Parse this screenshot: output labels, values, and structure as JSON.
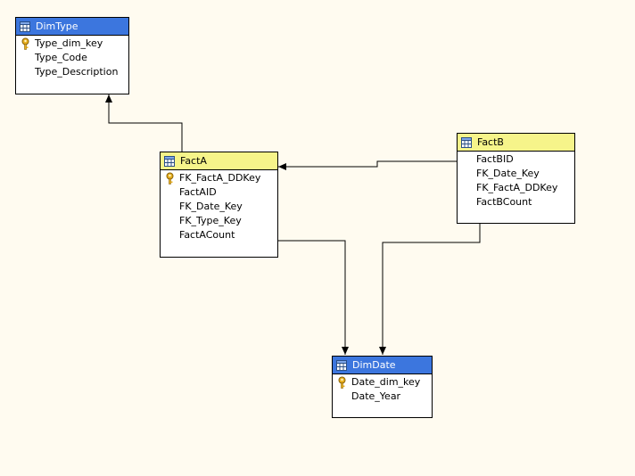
{
  "diagram": {
    "tables": {
      "dimtype": {
        "name": "DimType",
        "columns": [
          "Type_dim_key",
          "Type_Code",
          "Type_Description"
        ],
        "key_column": "Type_dim_key",
        "header_color": "#3c76de"
      },
      "facta": {
        "name": "FactA",
        "columns": [
          "FK_FactA_DDKey",
          "FactAID",
          "FK_Date_Key",
          "FK_Type_Key",
          "FactACount"
        ],
        "key_column": "FK_FactA_DDKey",
        "header_color": "#f6f48a"
      },
      "factb": {
        "name": "FactB",
        "columns": [
          "FactBID",
          "FK_Date_Key",
          "FK_FactA_DDKey",
          "FactBCount"
        ],
        "header_color": "#f6f48a"
      },
      "dimdate": {
        "name": "DimDate",
        "columns": [
          "Date_dim_key",
          "Date_Year"
        ],
        "key_column": "Date_dim_key",
        "header_color": "#3c76de"
      }
    },
    "relationships": [
      {
        "from": "FactA",
        "to": "DimType"
      },
      {
        "from": "FactB",
        "to": "FactA"
      },
      {
        "from": "FactA",
        "to": "DimDate"
      },
      {
        "from": "FactB",
        "to": "DimDate"
      }
    ],
    "background_color": "#fffbf0"
  }
}
